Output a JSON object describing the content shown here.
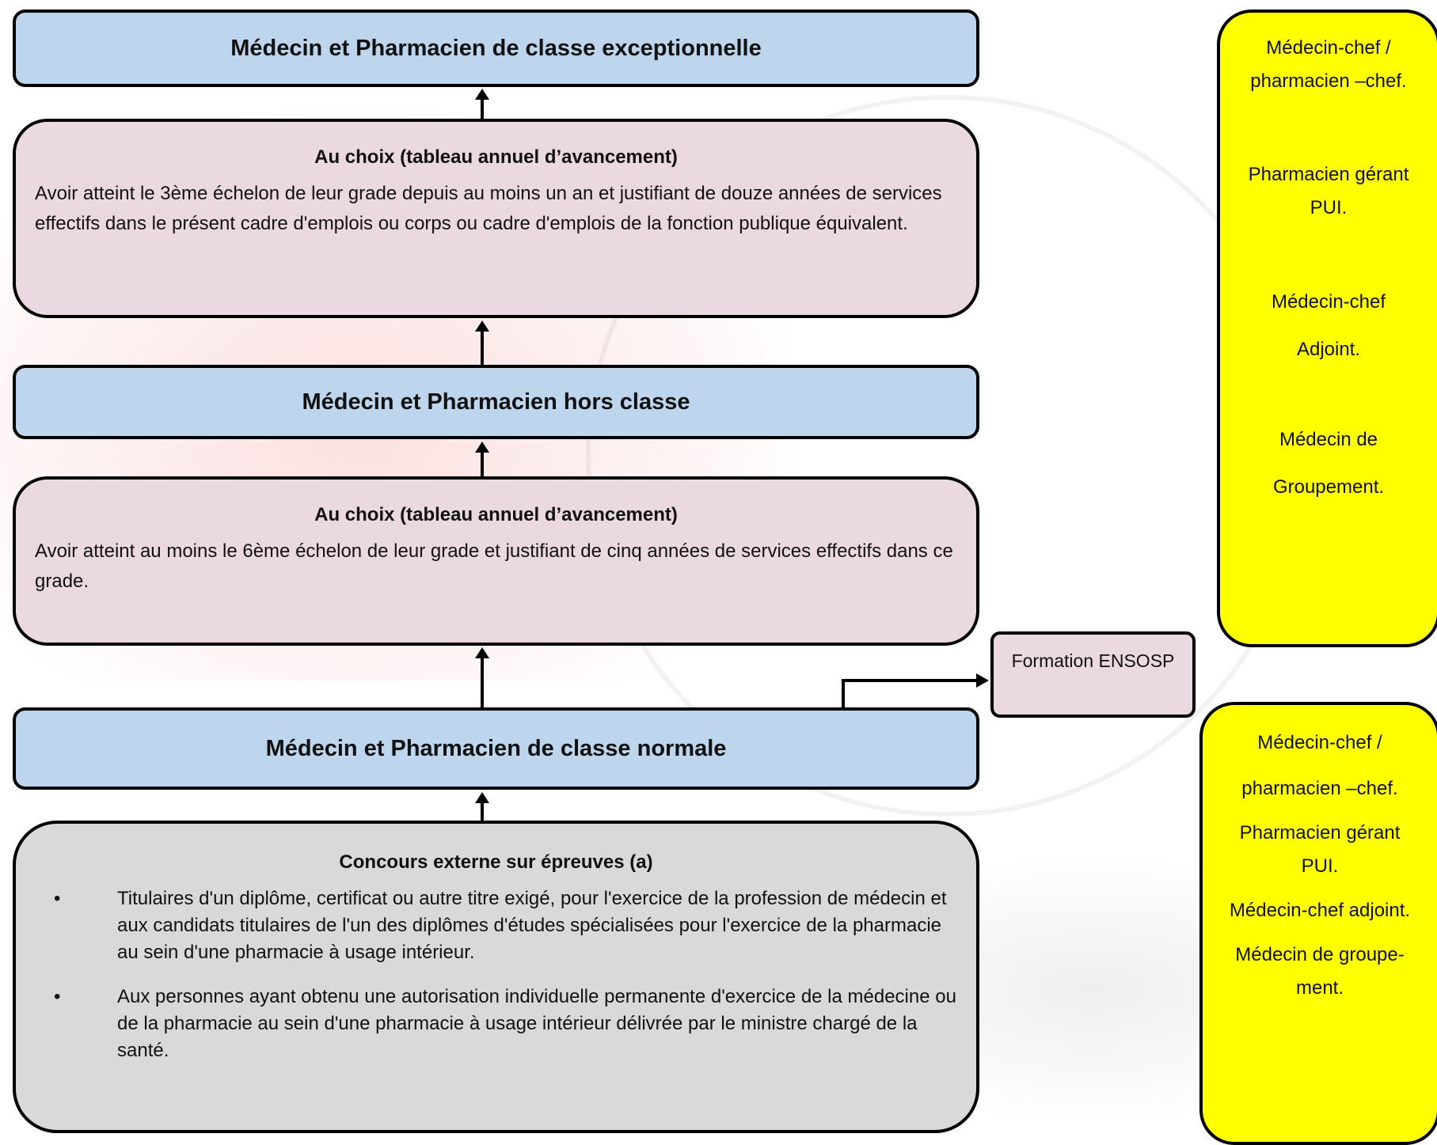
{
  "grades": {
    "exceptionnelle": "Médecin et Pharmacien de classe exceptionnelle",
    "hors_classe": "Médecin et Pharmacien hors classe",
    "normale": "Médecin et Pharmacien de classe normale"
  },
  "conditions": {
    "to_exceptionnelle": {
      "title": "Au choix (tableau annuel d’avancement)",
      "text": "Avoir atteint le 3ème échelon de leur grade depuis au moins un an et justifiant de douze années de services effectifs dans le présent cadre d'emplois ou corps ou cadre d'emplois de la fonction publique équivalent."
    },
    "to_hors_classe": {
      "title": "Au choix (tableau annuel d’avancement)",
      "text": "Avoir atteint au moins le 6ème échelon de leur grade et justifiant de cinq années de services effectifs dans ce grade."
    }
  },
  "recruitment": {
    "title": "Concours externe sur épreuves (a)",
    "bullet": "•",
    "items": [
      "Titulaires d'un diplôme, certificat ou autre titre exigé,  pour l'exercice de la profession de médecin et aux candidats titulaires de l'un des diplômes d'études spécialisées pour l'exercice de la pharmacie au sein d'une pharmacie à usage intérieur.",
      "Aux personnes ayant obtenu une autorisation individuelle permanente d'exercice de la médecine ou de la pharmacie au sein d'une pharmacie à usage intérieur délivrée par le ministre chargé de la santé."
    ]
  },
  "formation": "Formation ENSOSP",
  "functions_upper": [
    "Médecin-chef /",
    "pharmacien –chef.",
    "Pharmacien gérant",
    "PUI.",
    "Médecin-chef",
    "Adjoint.",
    "Médecin de",
    "Groupement."
  ],
  "functions_lower": [
    "Médecin-chef /",
    "pharmacien –chef.",
    "Pharmacien gérant",
    "PUI.",
    "Médecin-chef adjoint.",
    "Médecin de groupe-",
    "ment."
  ],
  "colors": {
    "grade_box": "#bdd6ee",
    "condition_box": "#ead9e1",
    "recruitment_box": "#d9d9d9",
    "function_box": "#ffff00"
  }
}
